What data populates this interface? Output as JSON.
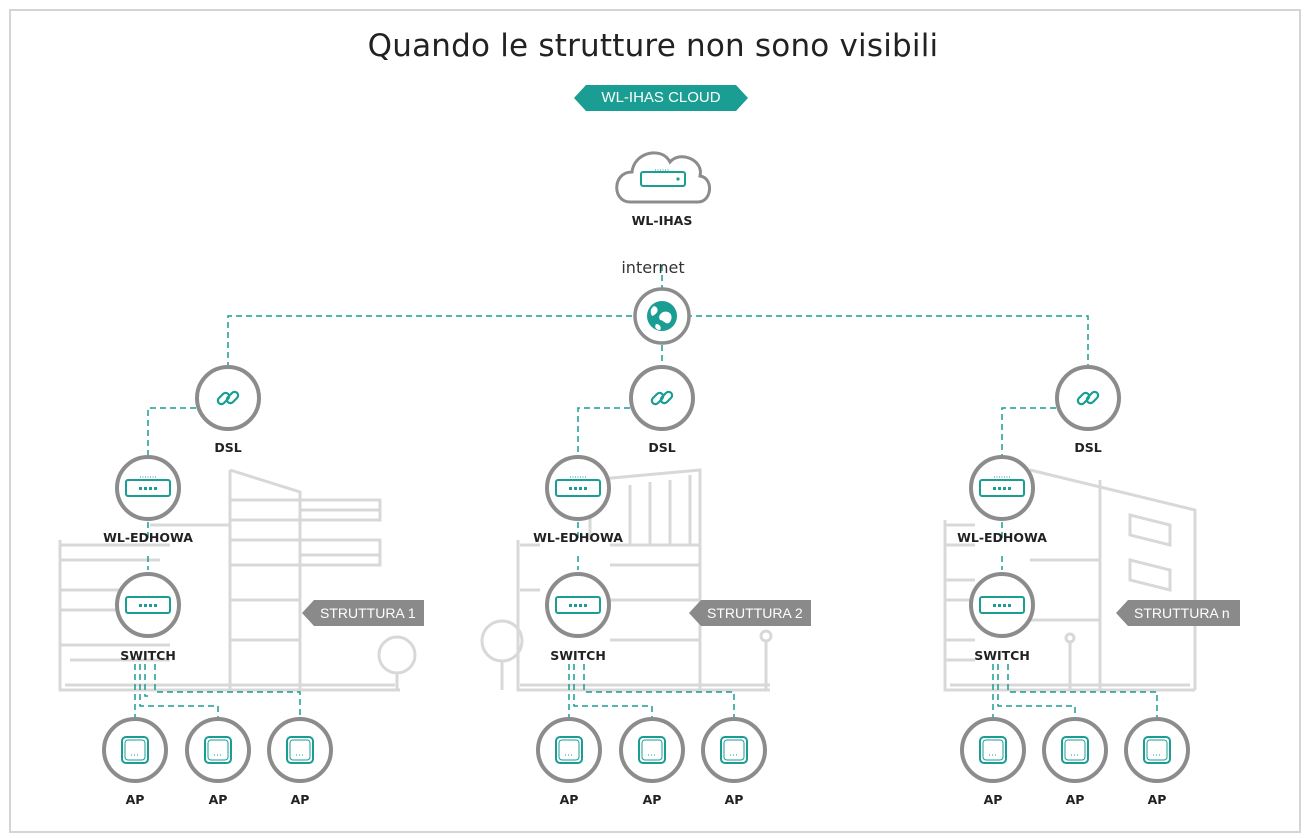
{
  "title": "Quando le strutture non sono visibili",
  "cloud_banner": "WL-IHAS CLOUD",
  "cloud_device_label": "WL-IHAS",
  "internet_label": "internet",
  "colors": {
    "accent": "#1a9e93",
    "ring": "#8c8c8c",
    "tag": "#8a8a8a",
    "building": "#d6d6d6"
  },
  "structures": [
    {
      "tag": "STRUTTURA 1",
      "dsl_label": "DSL",
      "gateway_label": "WL-EDHOWA",
      "switch_label": "SWITCH",
      "aps": [
        "AP",
        "AP",
        "AP"
      ]
    },
    {
      "tag": "STRUTTURA 2",
      "dsl_label": "DSL",
      "gateway_label": "WL-EDHOWA",
      "switch_label": "SWITCH",
      "aps": [
        "AP",
        "AP",
        "AP"
      ]
    },
    {
      "tag": "STRUTTURA n",
      "dsl_label": "DSL",
      "gateway_label": "WL-EDHOWA",
      "switch_label": "SWITCH",
      "aps": [
        "AP",
        "AP",
        "AP"
      ]
    }
  ]
}
